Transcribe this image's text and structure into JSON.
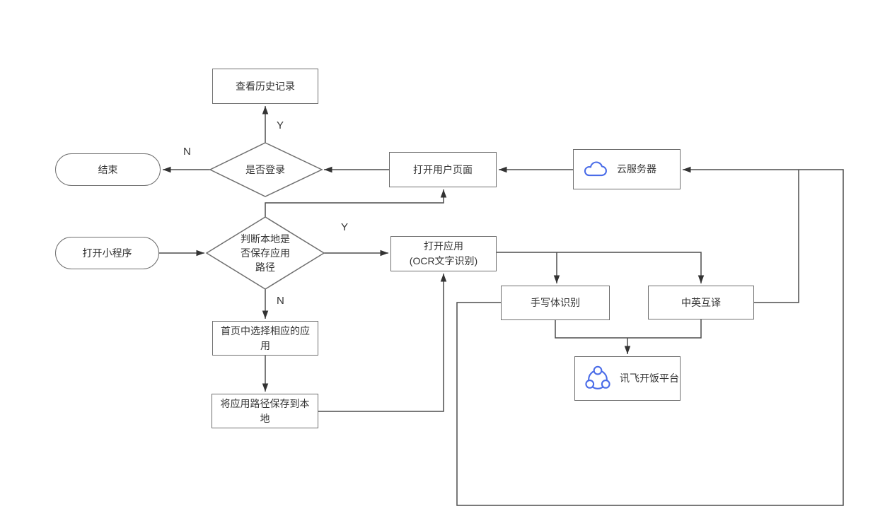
{
  "canvas": {
    "background": "#ffffff",
    "line_color": "#4d4d4d",
    "node_border_color": "#6f6f6f",
    "arrow_color": "#333333",
    "accent_blue": "#4a6ce8",
    "text_color": "#333333"
  },
  "nodes": {
    "history": {
      "label": "查看历史记录",
      "shape": "rect"
    },
    "end": {
      "label": "结束",
      "shape": "terminator"
    },
    "login_check": {
      "label": "是否登录",
      "shape": "diamond"
    },
    "open_user_page": {
      "label": "打开用户页面",
      "shape": "rect"
    },
    "cloud_server": {
      "label": "云服务器",
      "shape": "rect",
      "icon": "cloud-icon"
    },
    "open_mini_program": {
      "label": "打开小程序",
      "shape": "terminator"
    },
    "path_check": {
      "label": "判断本地是否保存应用路径",
      "shape": "diamond"
    },
    "open_app": {
      "label": "打开应用",
      "sublabel": "(OCR文字识别)",
      "shape": "rect"
    },
    "handwriting": {
      "label": "手写体识别",
      "shape": "rect"
    },
    "translate": {
      "label": "中英互译",
      "shape": "rect"
    },
    "iflytek": {
      "label": "讯飞开饭平台",
      "shape": "rect",
      "icon": "share-network-icon"
    },
    "choose_app": {
      "label": "首页中选择相应的应用",
      "shape": "rect"
    },
    "save_path": {
      "label": "将应用路径保存到本地",
      "shape": "rect"
    }
  },
  "edge_labels": {
    "login_yes": "Y",
    "login_no": "N",
    "path_yes": "Y",
    "path_no": "N"
  }
}
